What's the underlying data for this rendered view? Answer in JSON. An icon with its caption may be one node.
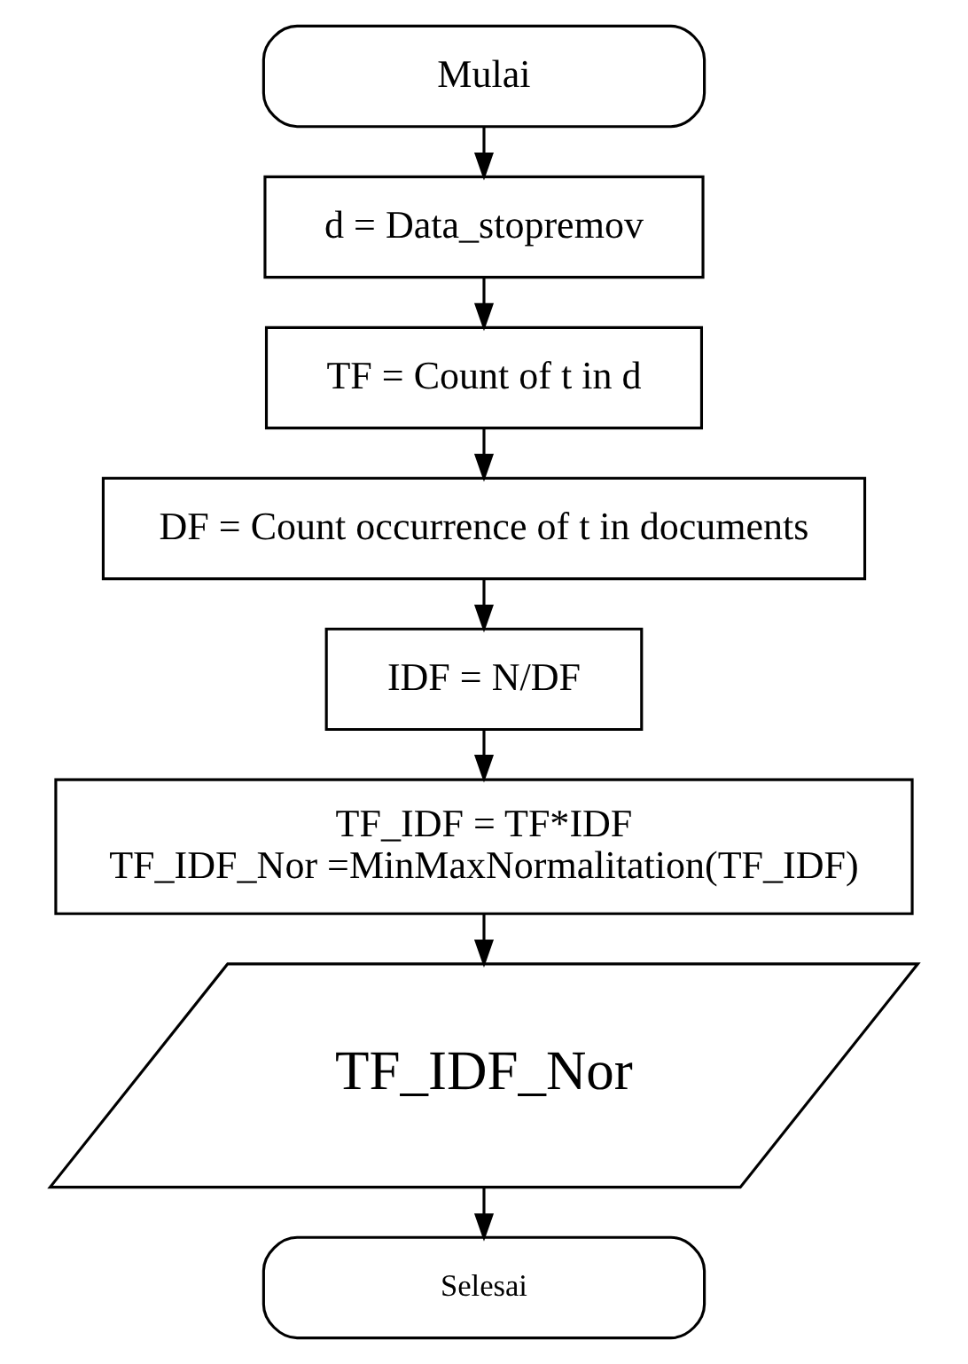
{
  "diagram": {
    "nodes": [
      {
        "text": [
          "Mulai"
        ]
      },
      {
        "text": [
          "d = Data_stopremov"
        ]
      },
      {
        "text": [
          "TF = Count of t in d"
        ]
      },
      {
        "text": [
          "DF = Count occurrence of t in documents"
        ]
      },
      {
        "text": [
          "IDF = N/DF"
        ]
      },
      {
        "text": [
          "TF_IDF = TF*IDF",
          "TF_IDF_Nor =MinMaxNormalitation(TF_IDF)"
        ]
      },
      {
        "text": [
          "TF_IDF_Nor"
        ]
      },
      {
        "text": [
          "Selesai"
        ]
      }
    ],
    "edges": [
      {
        "from": 0,
        "to": 1,
        "arrow": "to"
      },
      {
        "from": 1,
        "to": 2,
        "arrow": "to"
      },
      {
        "from": 2,
        "to": 3,
        "arrow": "to"
      },
      {
        "from": 3,
        "to": 4,
        "arrow": "to"
      },
      {
        "from": 4,
        "to": 5,
        "arrow": "to"
      },
      {
        "from": 5,
        "to": 6,
        "arrow": "to"
      },
      {
        "from": 6,
        "to": 7,
        "arrow": "to"
      }
    ]
  }
}
